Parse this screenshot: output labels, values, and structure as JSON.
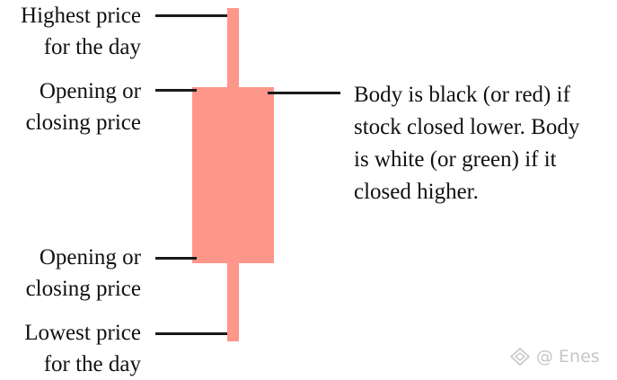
{
  "labels": {
    "high": [
      "Highest price",
      "for the day"
    ],
    "open_top": [
      "Opening or",
      "closing price"
    ],
    "open_bottom": [
      "Opening or",
      "closing price"
    ],
    "low": [
      "Lowest price",
      "for the day"
    ],
    "body": [
      "Body is black (or red) if",
      "stock closed lower. Body",
      "is white (or green) if it",
      "closed higher."
    ]
  },
  "watermark": {
    "text": "@ Enes",
    "icon": "diamond-logo-icon"
  },
  "colors": {
    "candle": "#ff968a",
    "leader": "#1a1a1a",
    "text": "#111111",
    "watermark": "#c6c6c6"
  }
}
